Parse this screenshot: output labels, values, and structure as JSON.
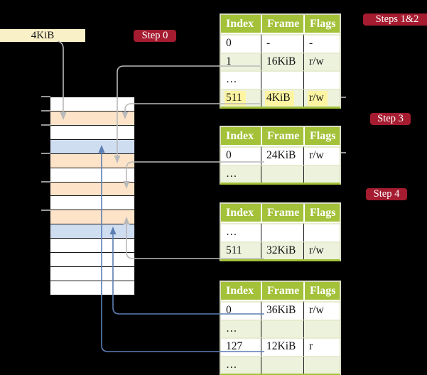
{
  "colors": {
    "background": "#000000",
    "accent_red": "#a51c30",
    "table_header_green": "#a3c139",
    "table_row_green": "#edf2dd",
    "highlight_yellow": "#fdf5a1",
    "frame_box_cream": "#faf0c8",
    "mem_white": "#ffffff",
    "mem_orange": "#fde4c9",
    "mem_blue": "#cfddf1",
    "arrow_gray": "#b9b9b9",
    "arrow_blue": "#5b7fb4"
  },
  "frame_label": {
    "text": "4KiB"
  },
  "step_labels": {
    "step0": "Step 0",
    "steps12": "Steps 1&2",
    "step3": "Step 3",
    "step4": "Step 4"
  },
  "tables": [
    {
      "headers": [
        "Index",
        "Frame",
        "Flags"
      ],
      "rows": [
        {
          "cells": [
            "0",
            "-",
            "-"
          ]
        },
        {
          "cells": [
            "1",
            "16KiB",
            "r/w"
          ]
        },
        {
          "cells": [
            "…",
            "",
            ""
          ]
        },
        {
          "cells": [
            "511",
            "4KiB",
            "r/w"
          ],
          "highlight": true
        }
      ]
    },
    {
      "headers": [
        "Index",
        "Frame",
        "Flags"
      ],
      "rows": [
        {
          "cells": [
            "0",
            "24KiB",
            "r/w"
          ]
        },
        {
          "cells": [
            "…",
            "",
            ""
          ]
        }
      ]
    },
    {
      "headers": [
        "Index",
        "Frame",
        "Flags"
      ],
      "rows": [
        {
          "cells": [
            "…",
            "",
            ""
          ]
        },
        {
          "cells": [
            "511",
            "32KiB",
            "r/w"
          ]
        }
      ]
    },
    {
      "headers": [
        "Index",
        "Frame",
        "Flags"
      ],
      "rows": [
        {
          "cells": [
            "0",
            "36KiB",
            "r/w"
          ]
        },
        {
          "cells": [
            "…",
            "",
            ""
          ]
        },
        {
          "cells": [
            "127",
            "12KiB",
            "r"
          ]
        },
        {
          "cells": [
            "…",
            "",
            ""
          ]
        }
      ]
    }
  ],
  "memory": {
    "row_colors": [
      "white",
      "orange",
      "white",
      "blue",
      "orange",
      "white",
      "orange",
      "white",
      "orange",
      "blue",
      "white",
      "white",
      "white",
      "white"
    ]
  }
}
